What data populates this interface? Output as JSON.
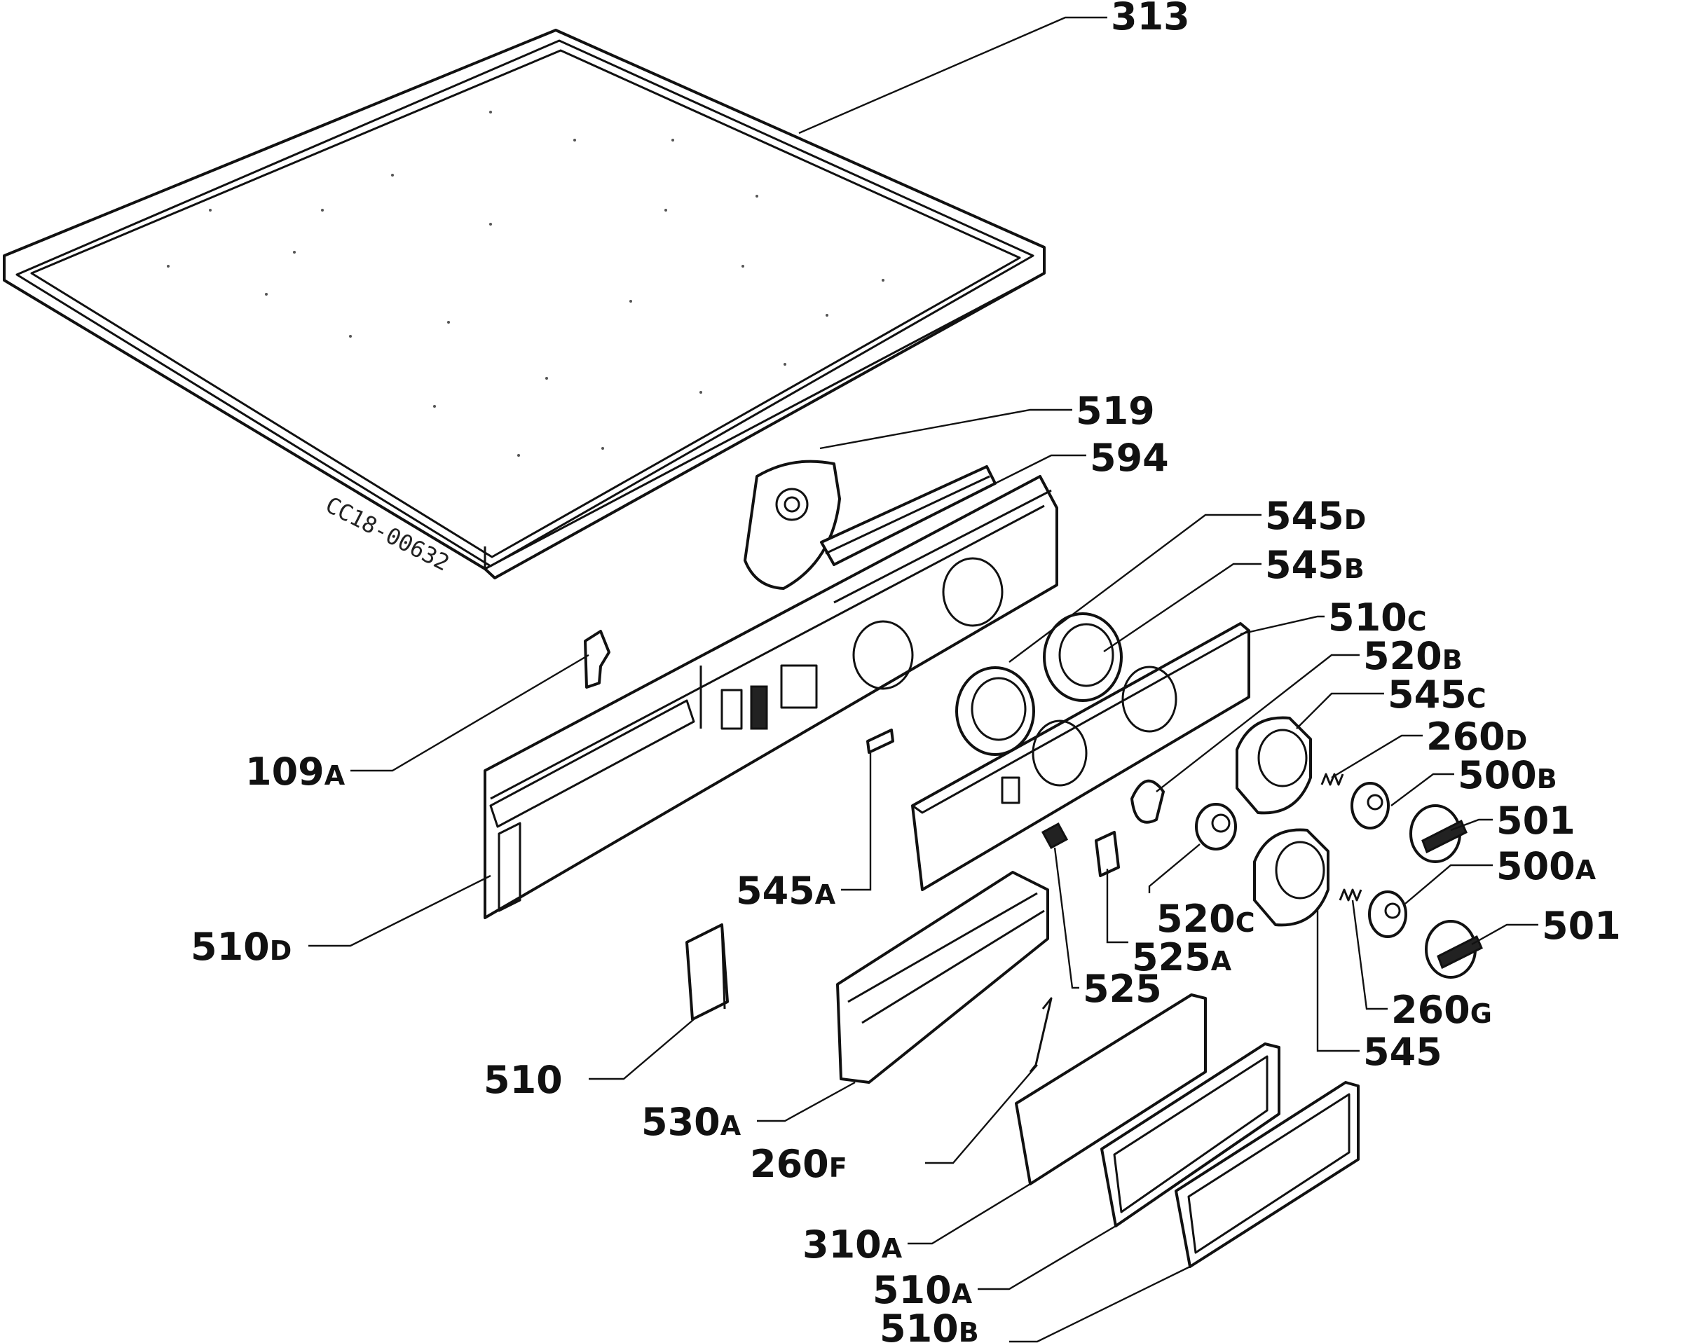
{
  "drawing_code": "CC18-00632",
  "callouts": [
    {
      "id": "313"
    },
    {
      "id": "519"
    },
    {
      "id": "594"
    },
    {
      "id": "545",
      "suffix": "D"
    },
    {
      "id": "545",
      "suffix": "B"
    },
    {
      "id": "510",
      "suffix": "C"
    },
    {
      "id": "520",
      "suffix": "B"
    },
    {
      "id": "545",
      "suffix": "C"
    },
    {
      "id": "260",
      "suffix": "D"
    },
    {
      "id": "500",
      "suffix": "B"
    },
    {
      "id": "501"
    },
    {
      "id": "500",
      "suffix": "A"
    },
    {
      "id": "501"
    },
    {
      "id": "109",
      "suffix": "A"
    },
    {
      "id": "545",
      "suffix": "A"
    },
    {
      "id": "520",
      "suffix": "C"
    },
    {
      "id": "525",
      "suffix": "A"
    },
    {
      "id": "510",
      "suffix": "D"
    },
    {
      "id": "525"
    },
    {
      "id": "260",
      "suffix": "G"
    },
    {
      "id": "510"
    },
    {
      "id": "545"
    },
    {
      "id": "530",
      "suffix": "A"
    },
    {
      "id": "260",
      "suffix": "F"
    },
    {
      "id": "310",
      "suffix": "A"
    },
    {
      "id": "510",
      "suffix": "A"
    },
    {
      "id": "510",
      "suffix": "B"
    }
  ]
}
